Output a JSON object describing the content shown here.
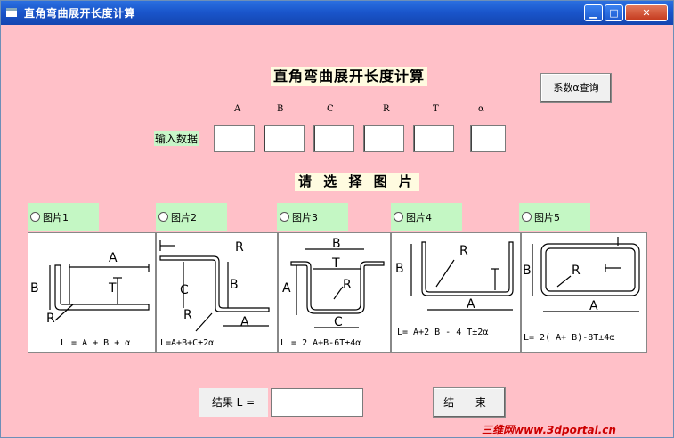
{
  "window": {
    "title": "直角弯曲展开长度计算"
  },
  "heading": "直角弯曲展开长度计算",
  "alpha_button": "系数α查询",
  "columns": [
    "A",
    "B",
    "C",
    "R",
    "T",
    "α"
  ],
  "input_label": "输入数据",
  "inputs": [
    "",
    "",
    "",
    "",
    "",
    ""
  ],
  "select_heading": "请 选 择 图 片",
  "pictures": [
    {
      "label": "图片1",
      "formula": "L = A + B + α",
      "dims": [
        "A",
        "B",
        "R",
        "T"
      ]
    },
    {
      "label": "图片2",
      "formula": "L=A+B+C±2α",
      "dims": [
        "R",
        "C",
        "B",
        "R",
        "A"
      ]
    },
    {
      "label": "图片3",
      "formula": "L = 2 A+B-6T±4α",
      "dims": [
        "B",
        "T",
        "A",
        "R",
        "C"
      ]
    },
    {
      "label": "图片4",
      "formula": "L= A+2 B - 4 T±2α",
      "dims": [
        "B",
        "R",
        "A"
      ]
    },
    {
      "label": "图片5",
      "formula": "L= 2( A+ B)-8T±4α",
      "dims": [
        "B",
        "R",
        "A"
      ]
    }
  ],
  "result_label": "结果  L =",
  "result_value": "",
  "end_button": "结  束",
  "watermark": "三维网www.3dportal.cn"
}
